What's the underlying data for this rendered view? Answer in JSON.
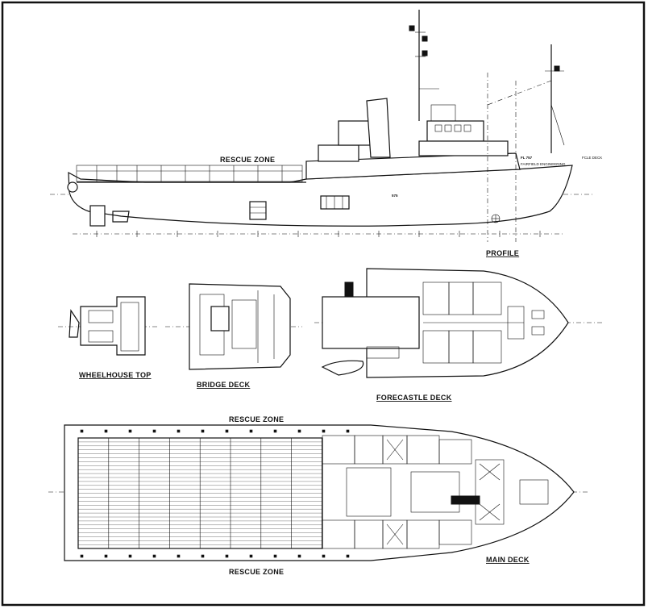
{
  "labels": {
    "rescue_zone_profile": "RESCUE ZONE",
    "profile": "PROFILE",
    "wheelhouse_top": "WHEELHOUSE TOP",
    "bridge_deck": "BRIDGE DECK",
    "forecastle_deck": "FORECASTLE DECK",
    "rescue_zone_top": "RESCUE ZONE",
    "rescue_zone_bottom": "RESCUE ZONE",
    "main_deck": "MAIN DECK",
    "fcle_deck": "FCLE DECK",
    "hull_number": "FL 757",
    "hull_subtext": "FAIRFIELD ENGINEERING",
    "frame_mark": "575"
  }
}
